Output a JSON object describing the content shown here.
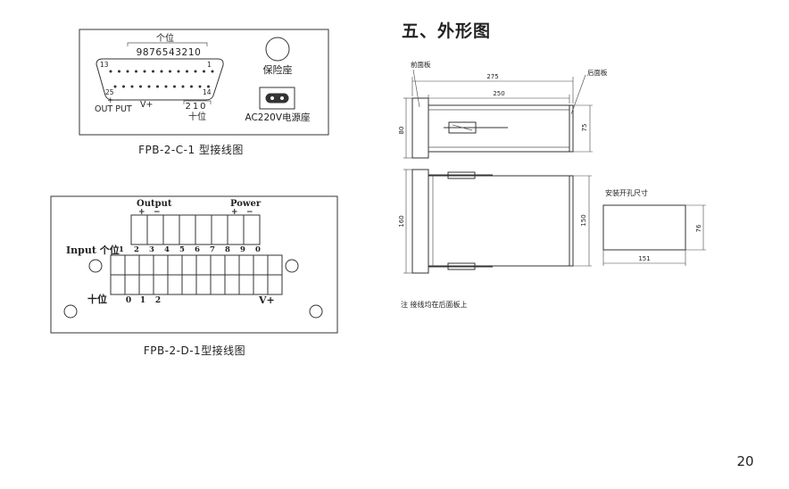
{
  "section_title": "五、外形图",
  "page_number": "20",
  "diagram_c": {
    "caption": "FPB-2-C-1 型接线图",
    "unit_label": "个位",
    "top_digits": "9876543210",
    "pin_13": "13",
    "pin_1": "1",
    "pin_25": "25",
    "pin_14": "14",
    "plus": "+",
    "minus": "−",
    "output_label": "OUT PUT",
    "vplus_label": "V+",
    "bottom_digits": "210",
    "tens_label": "十位",
    "fuse_label": "保险座",
    "power_label": "AC220V电源座"
  },
  "diagram_d": {
    "caption": "FPB-2-D-1型接线图",
    "output_label": "Output",
    "power_label": "Power",
    "plus": "+",
    "minus": "−",
    "input_label": "Input 个位",
    "top_numbers": [
      "1",
      "2",
      "3",
      "4",
      "5",
      "6",
      "7",
      "8",
      "9",
      "0"
    ],
    "tens_label": "十位",
    "bottom_numbers": [
      "0",
      "1",
      "2"
    ],
    "vplus_label": "V+"
  },
  "outline": {
    "front_panel": "前面板",
    "rear_panel": "后面板",
    "dim_275": "275",
    "dim_250": "250",
    "dim_80": "80",
    "dim_75": "75",
    "dim_160": "160",
    "dim_150": "150",
    "cutout_title": "安装开孔尺寸",
    "dim_76": "76",
    "dim_151": "151",
    "note": "注    接线均在后面板上"
  }
}
